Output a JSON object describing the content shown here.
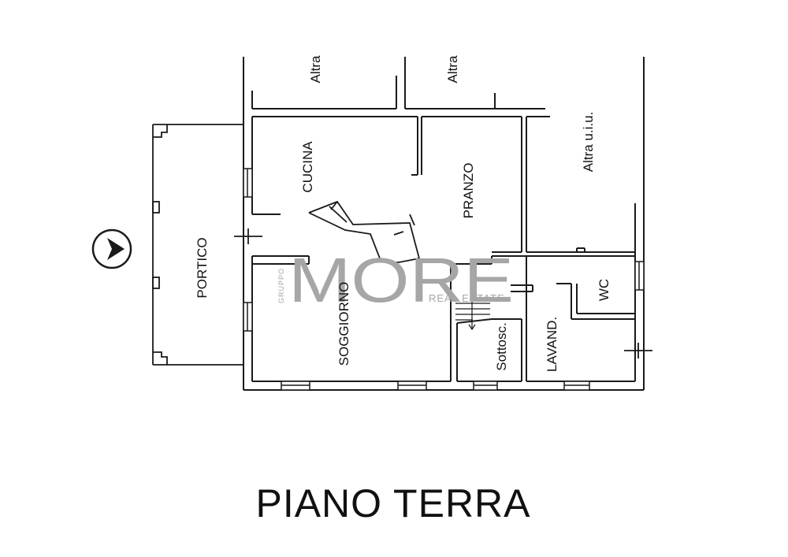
{
  "plan": {
    "title": "PIANO TERRA",
    "rooms": {
      "altra_1": "Altra",
      "altra_2": "Altra",
      "altra_uiu": "Altra u.i.u.",
      "cucina": "CUCINA",
      "pranzo": "PRANZO",
      "portico": "PORTICO",
      "soggiorno": "SOGGIORNO",
      "sottoscala": "Sottosc.",
      "lavanderia": "LAVAND.",
      "wc": "WC"
    }
  },
  "watermark": {
    "prefix": "GRUPPO",
    "brand": "MORE",
    "suffix": "REAL ESTATE",
    "color": "#a6a6a6"
  },
  "colors": {
    "wall": "#1a1a1a",
    "background": "#ffffff"
  },
  "icons": {
    "entrance": "entrance-arrow-icon"
  }
}
